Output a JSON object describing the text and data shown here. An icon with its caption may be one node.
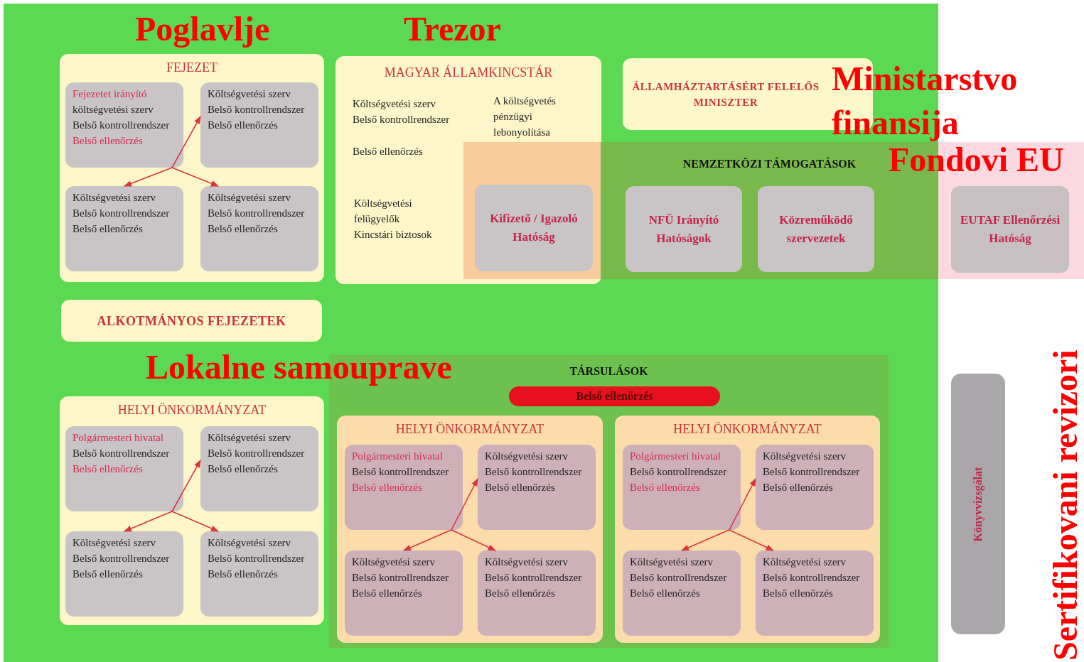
{
  "diagram": {
    "nodes": [
      {
        "text": [
          "FEJEZET"
        ]
      },
      {
        "text": [
          "Fejezetet irányító",
          "költségvetési szerv",
          "Belső kontrollrendszer",
          "Belső ellenőrzés"
        ],
        "in": 0
      },
      {
        "text": [
          "Költségvetési szerv",
          "Belső kontrollrendszer",
          "Belső ellenőrzés"
        ],
        "in": 0
      },
      {
        "text": [
          "Költségvetési szerv",
          "Belső kontrollrendszer",
          "Belső ellenőrzés"
        ],
        "in": 0
      },
      {
        "text": [
          "Költségvetési szerv",
          "Belső kontrollrendszer",
          "Belső ellenőrzés"
        ],
        "in": 0
      },
      {
        "text": [
          "MAGYAR ÁLLAMKINCSTÁR",
          "Költségvetési szerv",
          "Belső kontrollrendszer",
          "Belső ellenőrzés",
          "A költségvetés pénzügyi lebonyolítása",
          "Költségvetési felügyelők",
          "Kincstári biztosok"
        ]
      },
      {
        "text": [
          "Kifizető / Igazoló Hatóság"
        ],
        "in": 5
      },
      {
        "text": [
          "ÁLLAMHÁZTARTÁSÉRT FELELŐS MINISZTER"
        ]
      },
      {
        "text": [
          "NEMZETKÖZI TÁMOGATÁSOK"
        ]
      },
      {
        "text": [
          "NFÜ Irányító Hatóságok"
        ],
        "in": 8
      },
      {
        "text": [
          "Közreműködő szervezetek"
        ],
        "in": 8
      },
      {
        "text": [
          "EUTAF Ellenőrzési Hatóság"
        ]
      },
      {
        "text": [
          "ALKOTMÁNYOS FEJEZETEK"
        ]
      },
      {
        "text": [
          "HELYI ÖNKORMÁNYZAT"
        ]
      },
      {
        "text": [
          "Polgármesteri hivatal",
          "Belső kontrollrendszer",
          "Belső ellenőrzés"
        ],
        "in": 13
      },
      {
        "text": [
          "Költségvetési szerv",
          "Belső kontrollrendszer",
          "Belső ellenőrzés"
        ],
        "in": 13
      },
      {
        "text": [
          "Költségvetési szerv",
          "Belső kontrollrendszer",
          "Belső ellenőrzés"
        ],
        "in": 13
      },
      {
        "text": [
          "Költségvetési szerv",
          "Belső kontrollrendszer",
          "Belső ellenőrzés"
        ],
        "in": 13
      },
      {
        "text": [
          "TÁRSULÁSOK"
        ]
      },
      {
        "text": [
          "Belső ellenőrzés"
        ],
        "in": 18
      },
      {
        "text": [
          "HELYI ÖNKORMÁNYZAT"
        ],
        "in": 18
      },
      {
        "text": [
          "Polgármesteri hivatal",
          "Belső kontrollrendszer",
          "Belső ellenőrzés"
        ],
        "in": 20
      },
      {
        "text": [
          "Költségvetési szerv",
          "Belső kontrollrendszer",
          "Belső ellenőrzés"
        ],
        "in": 20
      },
      {
        "text": [
          "Költségvetési szerv",
          "Belső kontrollrendszer",
          "Belső ellenőrzés"
        ],
        "in": 20
      },
      {
        "text": [
          "Költségvetési szerv",
          "Belső kontrollrendszer",
          "Belső ellenőrzés"
        ],
        "in": 20
      },
      {
        "text": [
          "HELYI ÖNKORMÁNYZAT"
        ],
        "in": 18
      },
      {
        "text": [
          "Polgármesteri hivatal",
          "Belső kontrollrendszer",
          "Belső ellenőrzés"
        ],
        "in": 25
      },
      {
        "text": [
          "Költségvetési szerv",
          "Belső kontrollrendszer",
          "Belső ellenőrzés"
        ],
        "in": 25
      },
      {
        "text": [
          "Költségvetési szerv",
          "Belső kontrollrendszer",
          "Belső ellenőrzés"
        ],
        "in": 25
      },
      {
        "text": [
          "Költségvetési szerv",
          "Belső kontrollrendszer",
          "Belső ellenőrzés"
        ],
        "in": 25
      },
      {
        "text": [
          "Könyvvizsgálat"
        ]
      }
    ],
    "edges": [
      {
        "from": 1,
        "to": 2,
        "arrow": "to"
      },
      {
        "from": 1,
        "to": 3,
        "arrow": "to"
      },
      {
        "from": 1,
        "to": 4,
        "arrow": "to"
      },
      {
        "from": 14,
        "to": 15,
        "arrow": "to"
      },
      {
        "from": 14,
        "to": 16,
        "arrow": "to"
      },
      {
        "from": 14,
        "to": 17,
        "arrow": "to"
      },
      {
        "from": 21,
        "to": 22,
        "arrow": "to"
      },
      {
        "from": 21,
        "to": 23,
        "arrow": "to"
      },
      {
        "from": 21,
        "to": 24,
        "arrow": "to"
      },
      {
        "from": 26,
        "to": 27,
        "arrow": "to"
      },
      {
        "from": 26,
        "to": 28,
        "arrow": "to"
      },
      {
        "from": 26,
        "to": 29,
        "arrow": "to"
      }
    ],
    "labels": [
      "Poglavlje",
      "Trezor",
      "Ministarstvo finansija",
      "Fondovi EU",
      "Lokalne samouprave",
      "Sertifikovani revizori"
    ]
  }
}
